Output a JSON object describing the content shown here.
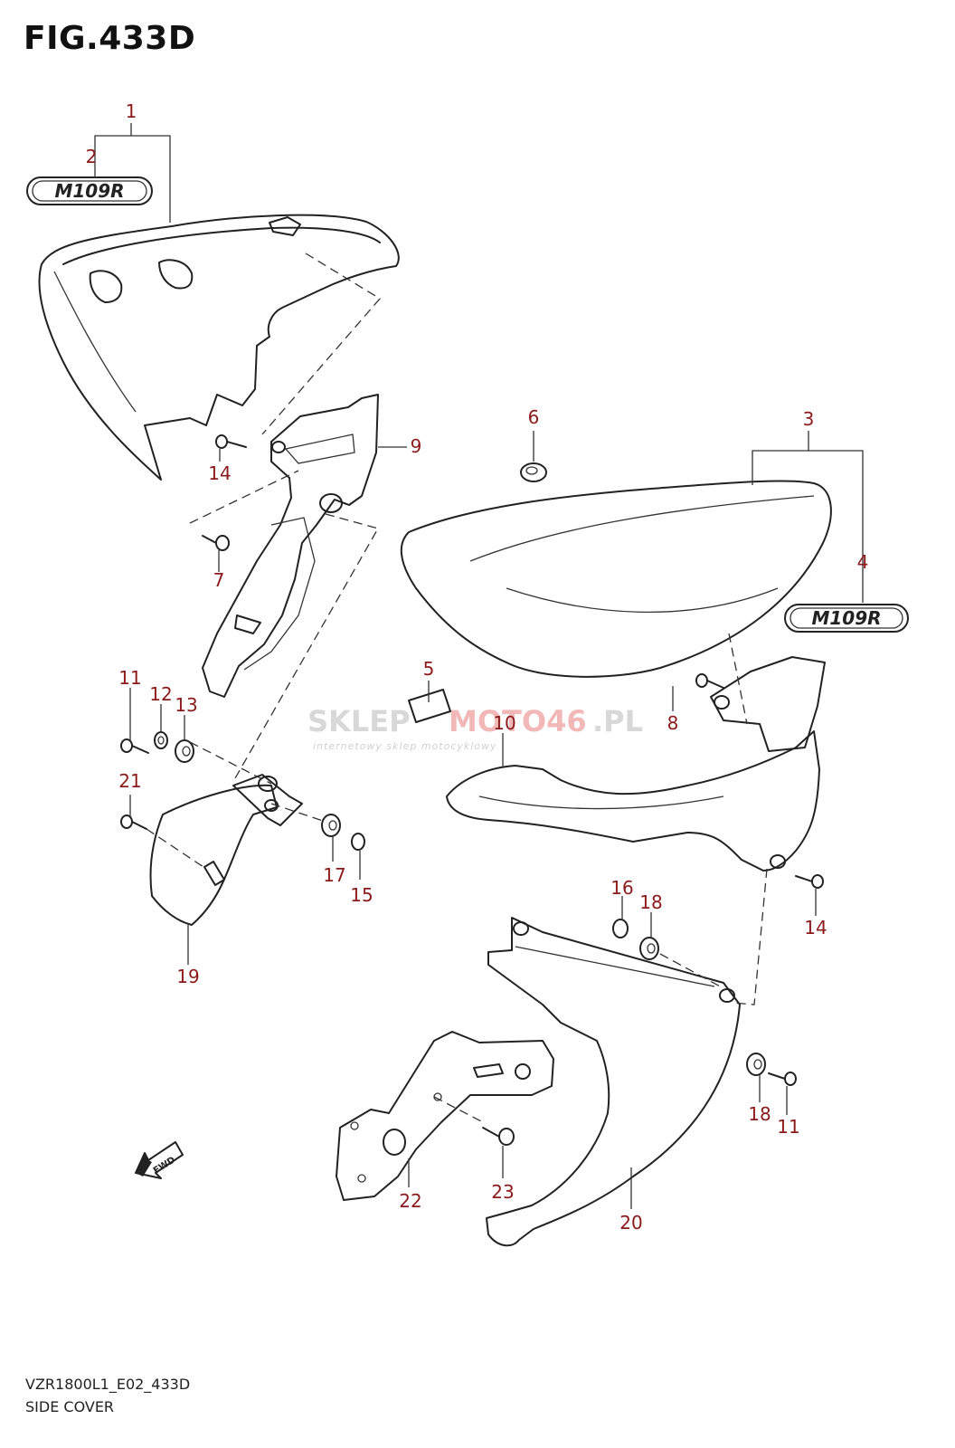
{
  "figure": {
    "title": "FIG.433D",
    "code": "VZR1800L1_E02_433D",
    "caption": "SIDE COVER"
  },
  "emblem_text": "M109R",
  "fwd_label": "FWD",
  "watermark": {
    "part1": "SKLEP",
    "part2": "MOTO46",
    "part3": ".PL",
    "sub": "internetowy sklep motocyklowy"
  },
  "callouts": [
    "1",
    "2",
    "3",
    "4",
    "5",
    "6",
    "7",
    "8",
    "9",
    "10",
    "11",
    "11",
    "12",
    "13",
    "14",
    "14",
    "15",
    "16",
    "17",
    "18",
    "18",
    "19",
    "20",
    "21",
    "22",
    "23"
  ],
  "colors": {
    "callout": "#8b1a1a",
    "line": "#222222"
  }
}
